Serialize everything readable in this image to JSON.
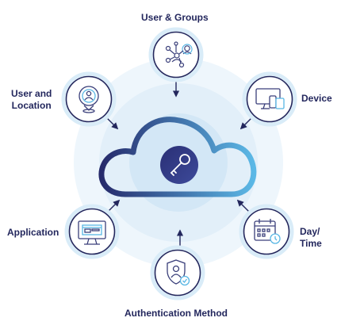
{
  "center": {
    "icon": "key-icon"
  },
  "nodes": [
    {
      "id": "user-groups",
      "label": "User & Groups",
      "icon": "user-network-icon"
    },
    {
      "id": "device",
      "label": "Device",
      "icon": "devices-icon"
    },
    {
      "id": "day-time",
      "label_lines": [
        "Day/",
        "Time"
      ],
      "icon": "calendar-clock-icon"
    },
    {
      "id": "auth-method",
      "label": "Authentication Method",
      "icon": "shield-user-icon"
    },
    {
      "id": "application",
      "label": "Application",
      "icon": "monitor-app-icon"
    },
    {
      "id": "user-location",
      "label_lines": [
        "User and",
        "Location"
      ],
      "icon": "user-location-icon"
    }
  ],
  "colors": {
    "navy": "#23275d",
    "blue": "#58b6e4",
    "glow_outer": "#eef6fc",
    "glow_mid": "#e2eff9",
    "glow_inner": "#d3e7f6",
    "ring": "#d9ecf8",
    "icon_stroke": "#3a3f7a"
  }
}
